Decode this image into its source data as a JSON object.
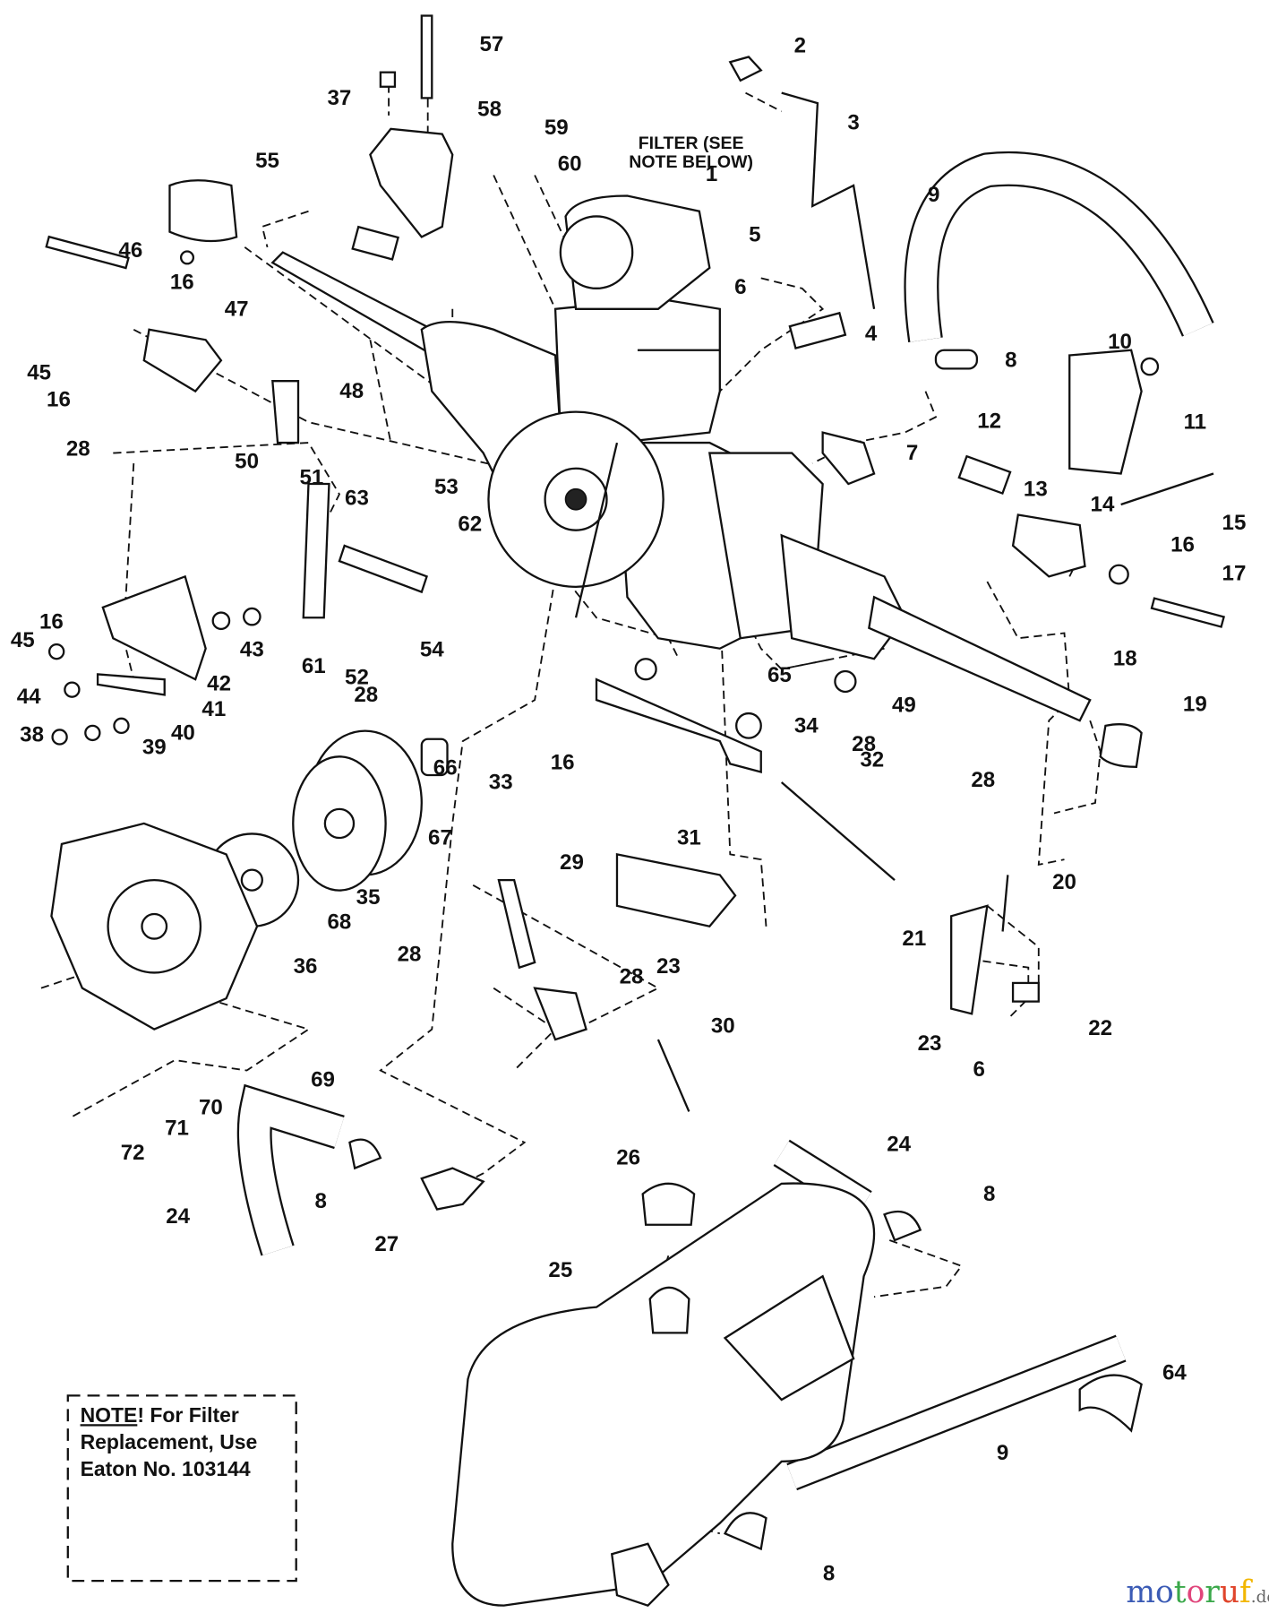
{
  "callouts": [
    "2",
    "57",
    "37",
    "58",
    "3",
    "59",
    "60",
    "1",
    "55",
    "9",
    "5",
    "46",
    "16",
    "6",
    "4",
    "47",
    "10",
    "8",
    "45",
    "16",
    "48",
    "12",
    "11",
    "7",
    "28",
    "50",
    "51",
    "63",
    "53",
    "13",
    "14",
    "15",
    "62",
    "16",
    "17",
    "16",
    "45",
    "43",
    "61",
    "52",
    "54",
    "42",
    "18",
    "65",
    "49",
    "19",
    "44",
    "41",
    "28",
    "38",
    "40",
    "39",
    "34",
    "66",
    "28",
    "16",
    "32",
    "28",
    "33",
    "67",
    "31",
    "35",
    "68",
    "29",
    "20",
    "36",
    "28",
    "28",
    "23",
    "21",
    "22",
    "23",
    "6",
    "30",
    "69",
    "70",
    "71",
    "72",
    "24",
    "26",
    "8",
    "24",
    "8",
    "27",
    "25",
    "64",
    "9",
    "8"
  ],
  "filter_label": [
    "FILTER (SEE",
    "NOTE BELOW)"
  ],
  "note": {
    "emphasis": "NOTE",
    "line1_rest": "! For Filter",
    "line2": "Replacement, Use",
    "line3": "Eaton No. 103144"
  },
  "watermark": {
    "parts": [
      "m",
      "o",
      "t",
      "o",
      "r",
      "u",
      "f"
    ],
    "suffix": ".de",
    "colors": [
      "#3b5bb5",
      "#3b5bb5",
      "#3aa84a",
      "#e0457b",
      "#3aa84a",
      "#e0452b",
      "#f2b600"
    ]
  }
}
